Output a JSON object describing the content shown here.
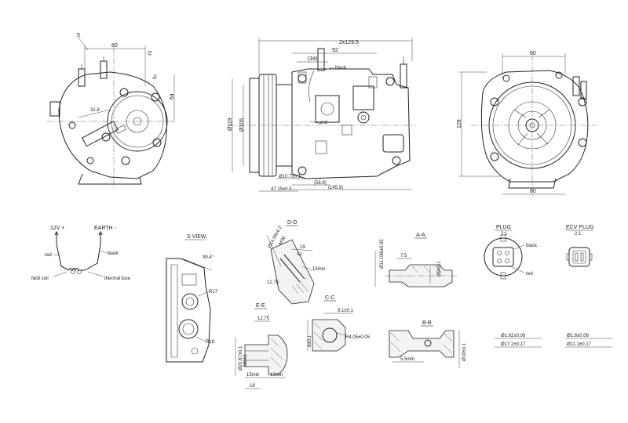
{
  "views": {
    "left_view": {
      "d_80": "80",
      "d_5": "5",
      "d_15": "15",
      "d_97": "97",
      "d_64": "64",
      "d_318": "31.8"
    },
    "center_view": {
      "d_2x1295": "2x129.5",
      "d_92": "92",
      "d_34": "(34)",
      "black": "black",
      "red": "red",
      "d_119": "Ø119",
      "d_105": "Ø105",
      "d_107": "Ø10.7±0.1",
      "d_569": "(56.9)",
      "d_4715": "47.15±0.5",
      "d_1459": "(145.9)"
    },
    "right_view": {
      "d_80_top": "80",
      "d_128": "128",
      "d_80_bot": "80"
    }
  },
  "wiring": {
    "v12": "12V +",
    "earth": "EARTH -",
    "red": "red",
    "black": "black",
    "field_coil": "field coil",
    "thermal_fuse": "thermal fuse"
  },
  "s_view": {
    "title": "S VIEW",
    "d_394": "39.4°",
    "r17": "R17",
    "r19": "R19"
  },
  "dd": {
    "title": "D-D",
    "d_1459": "Ø14.59±0.2",
    "m30": "M30",
    "d_19": "19",
    "d_12": "12",
    "d_15": "15min",
    "d_1275": "12.75"
  },
  "ee": {
    "title": "E-E",
    "d_1275": "12.75",
    "d_2067": "Ø20.67±0.1",
    "m8": "M8X1",
    "d_15": "15min",
    "d_13": "13min",
    "d_19": "19"
  },
  "cc": {
    "title": "C-C",
    "d_91": "9.1±0.1",
    "r4": "R4.05±0.05",
    "d_8": "8±0.1"
  },
  "aa": {
    "title": "A-A",
    "d_11": "Ø11.036±0.05",
    "d_75": "7.5",
    "d_9": "Ø9±0.1"
  },
  "bb": {
    "title": "B-B",
    "d_10": "Ø10±0.1",
    "d_55": "5.5min"
  },
  "plug": {
    "title": "PLUG",
    "scale": "2:1",
    "black": "black",
    "red": "red",
    "d_182": "Ø1.82±0.08",
    "d_172": "Ø17.2±0.17"
  },
  "ecv_plug": {
    "title": "ECV PLUG",
    "scale": "2:1",
    "d_18": "Ø1.8±0.08",
    "d_111": "Ø11.1±0.17"
  }
}
